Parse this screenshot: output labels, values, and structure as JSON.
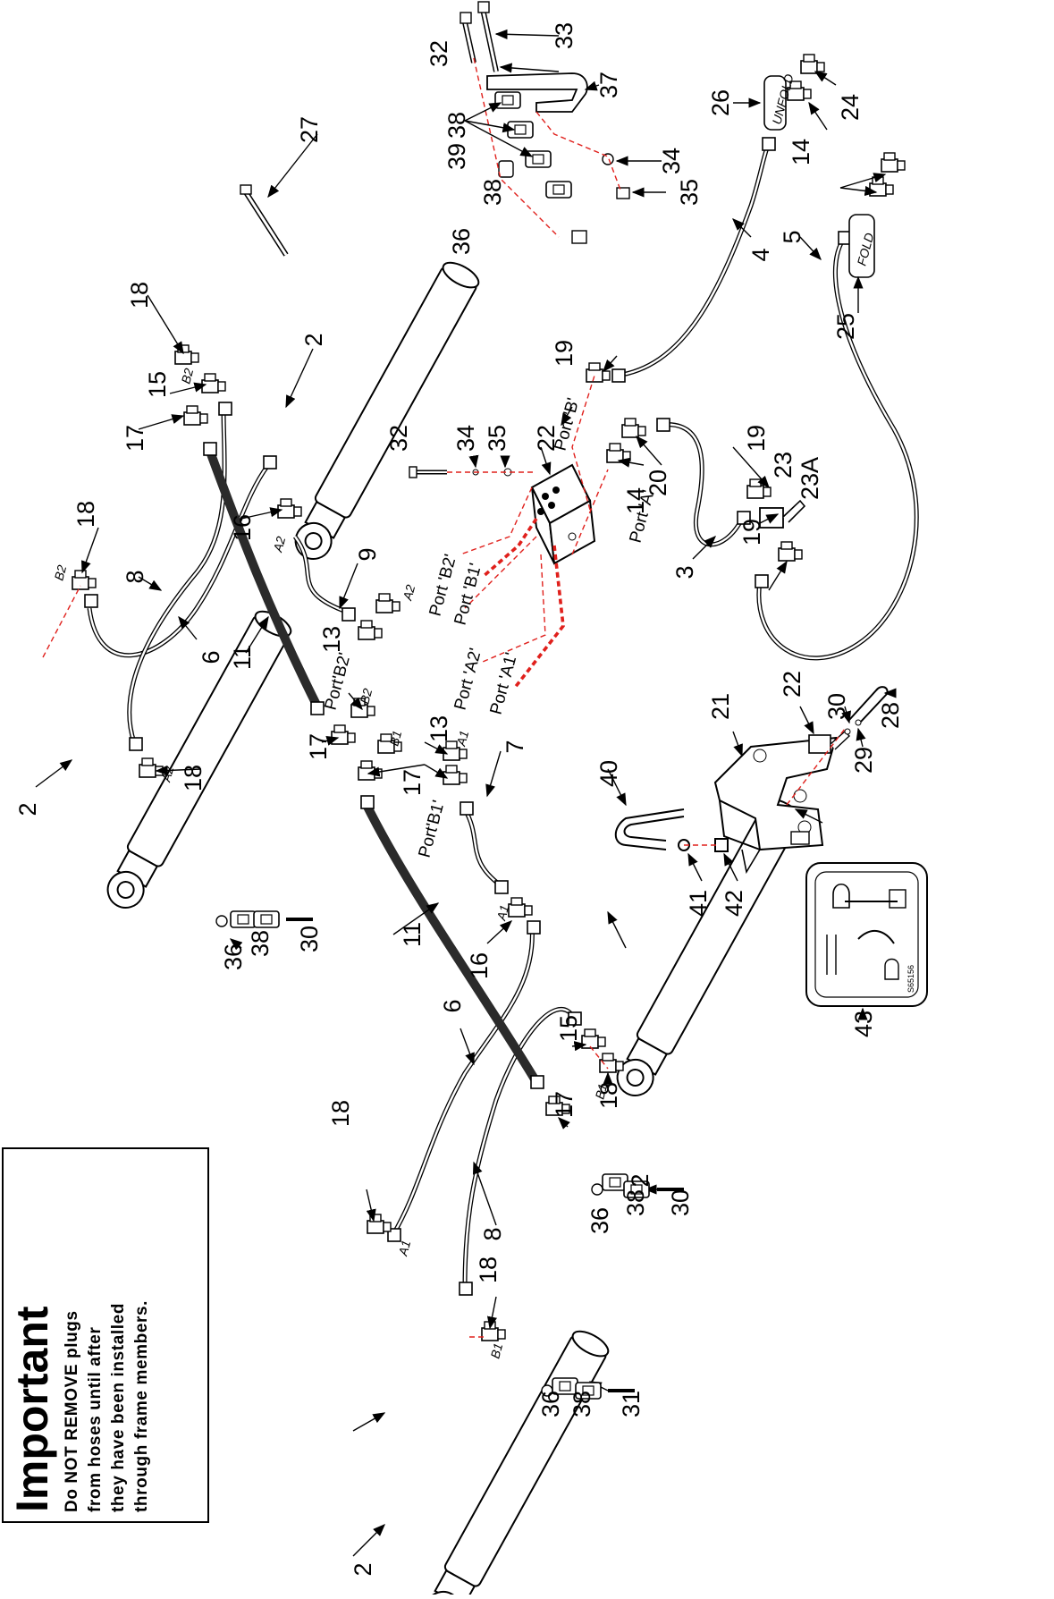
{
  "notice": {
    "title": "Important",
    "lines": [
      "Do NOT REMOVE plugs",
      "from hoses until after",
      "they have been installed",
      "through frame members."
    ]
  },
  "callouts": [
    "2",
    "2",
    "2",
    "2",
    "3",
    "4",
    "5",
    "6",
    "6",
    "7",
    "8",
    "8",
    "9",
    "11",
    "11",
    "13",
    "13",
    "14",
    "14",
    "15",
    "15",
    "16",
    "16",
    "17",
    "17",
    "17",
    "17",
    "18",
    "18",
    "18",
    "18",
    "18",
    "18",
    "19",
    "19",
    "19",
    "20",
    "21",
    "22",
    "22",
    "23",
    "23A",
    "24",
    "25",
    "26",
    "27",
    "28",
    "29",
    "30",
    "30",
    "30",
    "31",
    "32",
    "32",
    "33",
    "34",
    "34",
    "35",
    "35",
    "36",
    "36",
    "36",
    "36",
    "37",
    "38",
    "38",
    "38",
    "38",
    "38",
    "39",
    "40",
    "41",
    "42",
    "43"
  ],
  "port_labels": {
    "b2": "Port 'B2'",
    "b1": "Port 'B1'",
    "a2": "Port 'A2'",
    "a1": "Port 'A1'",
    "port_b": "Port 'B'",
    "port_a": "Port 'A'",
    "hose_b2": "Port'B2'",
    "hose_b1": "Port'B1'"
  },
  "fitting_marks": {
    "a1": "A1",
    "a2": "A2",
    "b1": "B1",
    "b2": "B2"
  },
  "decals": {
    "fold": "FOLD",
    "unfold": "UNFOLD",
    "pictogram_code": "S65156"
  },
  "colors": {
    "line": "#000000",
    "hidden_line": "#e0201c",
    "hose_dark": "#2b2b2b"
  }
}
